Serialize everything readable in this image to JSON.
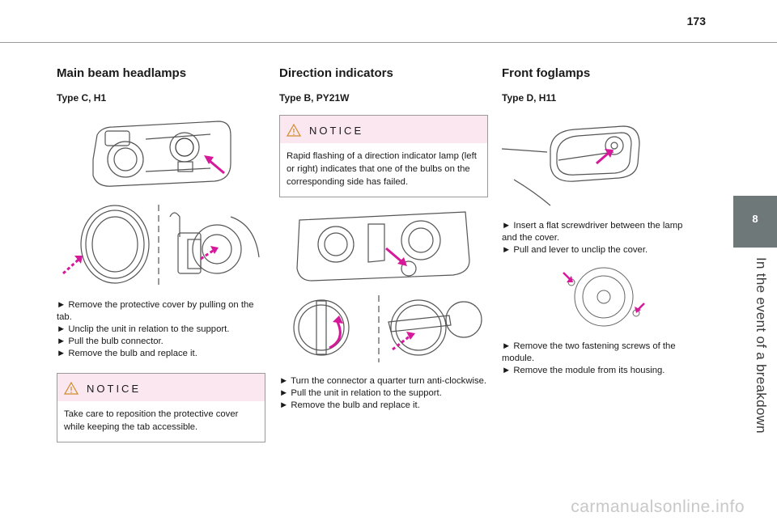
{
  "page": {
    "number": "173"
  },
  "sidebar": {
    "chapter_number": "8",
    "chapter_title": "In the event of a breakdown"
  },
  "col1": {
    "title": "Main beam headlamps",
    "type": "Type C, H1",
    "steps": [
      "► Remove the protective cover by pulling on the tab.",
      "► Unclip the unit in relation to the support.",
      "► Pull the bulb connector.",
      "► Remove the bulb and replace it."
    ],
    "notice": {
      "label": "NOTICE",
      "text": "Take care to reposition the protective cover while keeping the tab accessible."
    }
  },
  "col2": {
    "title": "Direction indicators",
    "type": "Type B, PY21W",
    "notice": {
      "label": "NOTICE",
      "text": "Rapid flashing of a direction indicator lamp (left or right) indicates that one of the bulbs on the corresponding side has failed."
    },
    "steps": [
      "►  Turn the connector a quarter turn anti-clockwise.",
      "► Pull the unit in relation to the support.",
      "► Remove the bulb and replace it."
    ]
  },
  "col3": {
    "title": "Front foglamps",
    "type": "Type D, H11",
    "steps_a": [
      "► Insert a flat screwdriver between the lamp and the cover.",
      "► Pull and lever to unclip the cover."
    ],
    "steps_b": [
      "► Remove the two fastening screws of the module.",
      "► Remove the module from its housing."
    ]
  },
  "watermark": "carmanualsonline.info",
  "colors": {
    "arrow": "#d6189a",
    "notice_bg": "#fbe7ef",
    "tab": "#6f7878",
    "line": "#555555"
  }
}
